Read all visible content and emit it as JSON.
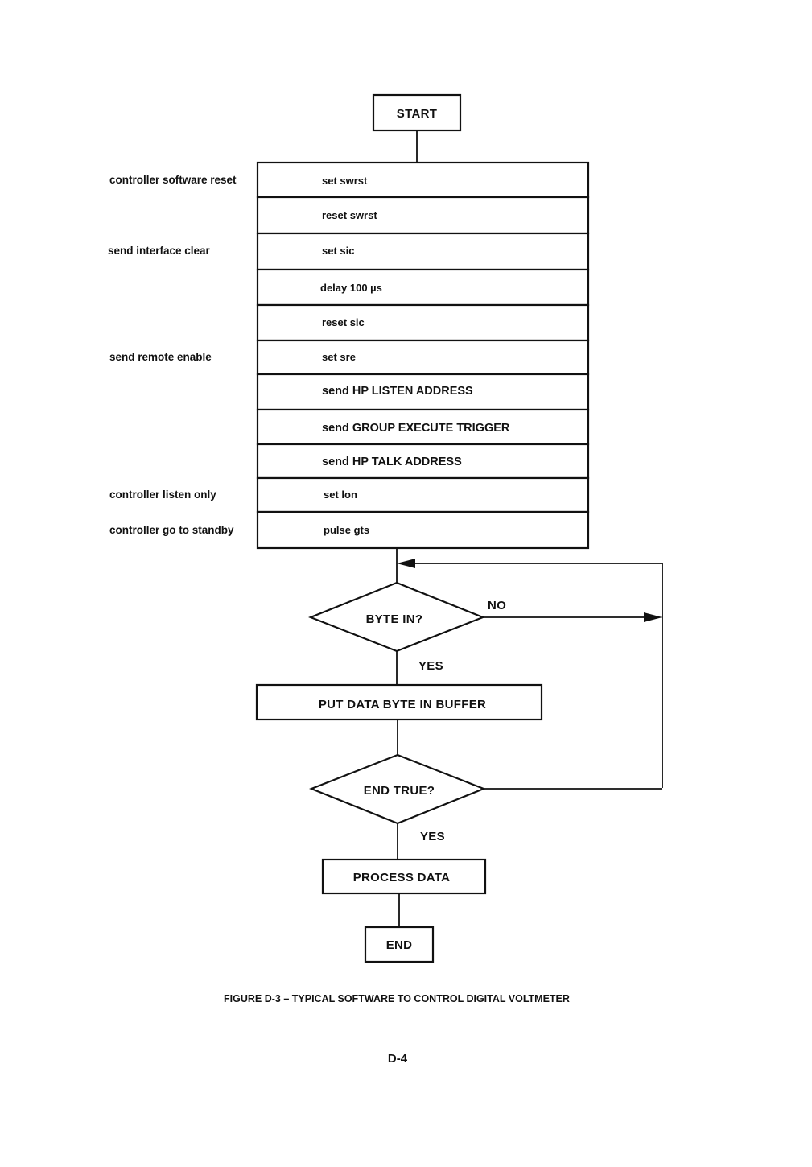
{
  "flowchart": {
    "start": "START",
    "steps": [
      {
        "side": "controller software reset",
        "text": "set swrst"
      },
      {
        "side": "",
        "text": "reset swrst"
      },
      {
        "side": "send interface clear",
        "text": "set sic"
      },
      {
        "side": "",
        "text": "delay 100 µs"
      },
      {
        "side": "",
        "text": "reset sic"
      },
      {
        "side": "send remote enable",
        "text": "set sre"
      },
      {
        "side": "",
        "text": "send HP LISTEN ADDRESS"
      },
      {
        "side": "",
        "text": "send GROUP EXECUTE TRIGGER"
      },
      {
        "side": "",
        "text": "send HP TALK ADDRESS"
      },
      {
        "side": "controller listen only",
        "text": "set lon"
      },
      {
        "side": "controller go to standby",
        "text": "pulse gts"
      }
    ],
    "decision1": "BYTE IN?",
    "decision1_no": "NO",
    "decision1_yes": "YES",
    "put_data": "PUT DATA BYTE IN BUFFER",
    "decision2": "END TRUE?",
    "decision2_yes": "YES",
    "process": "PROCESS DATA",
    "end": "END"
  },
  "caption": "FIGURE D-3 – TYPICAL SOFTWARE TO CONTROL DIGITAL VOLTMETER",
  "page_number": "D-4"
}
